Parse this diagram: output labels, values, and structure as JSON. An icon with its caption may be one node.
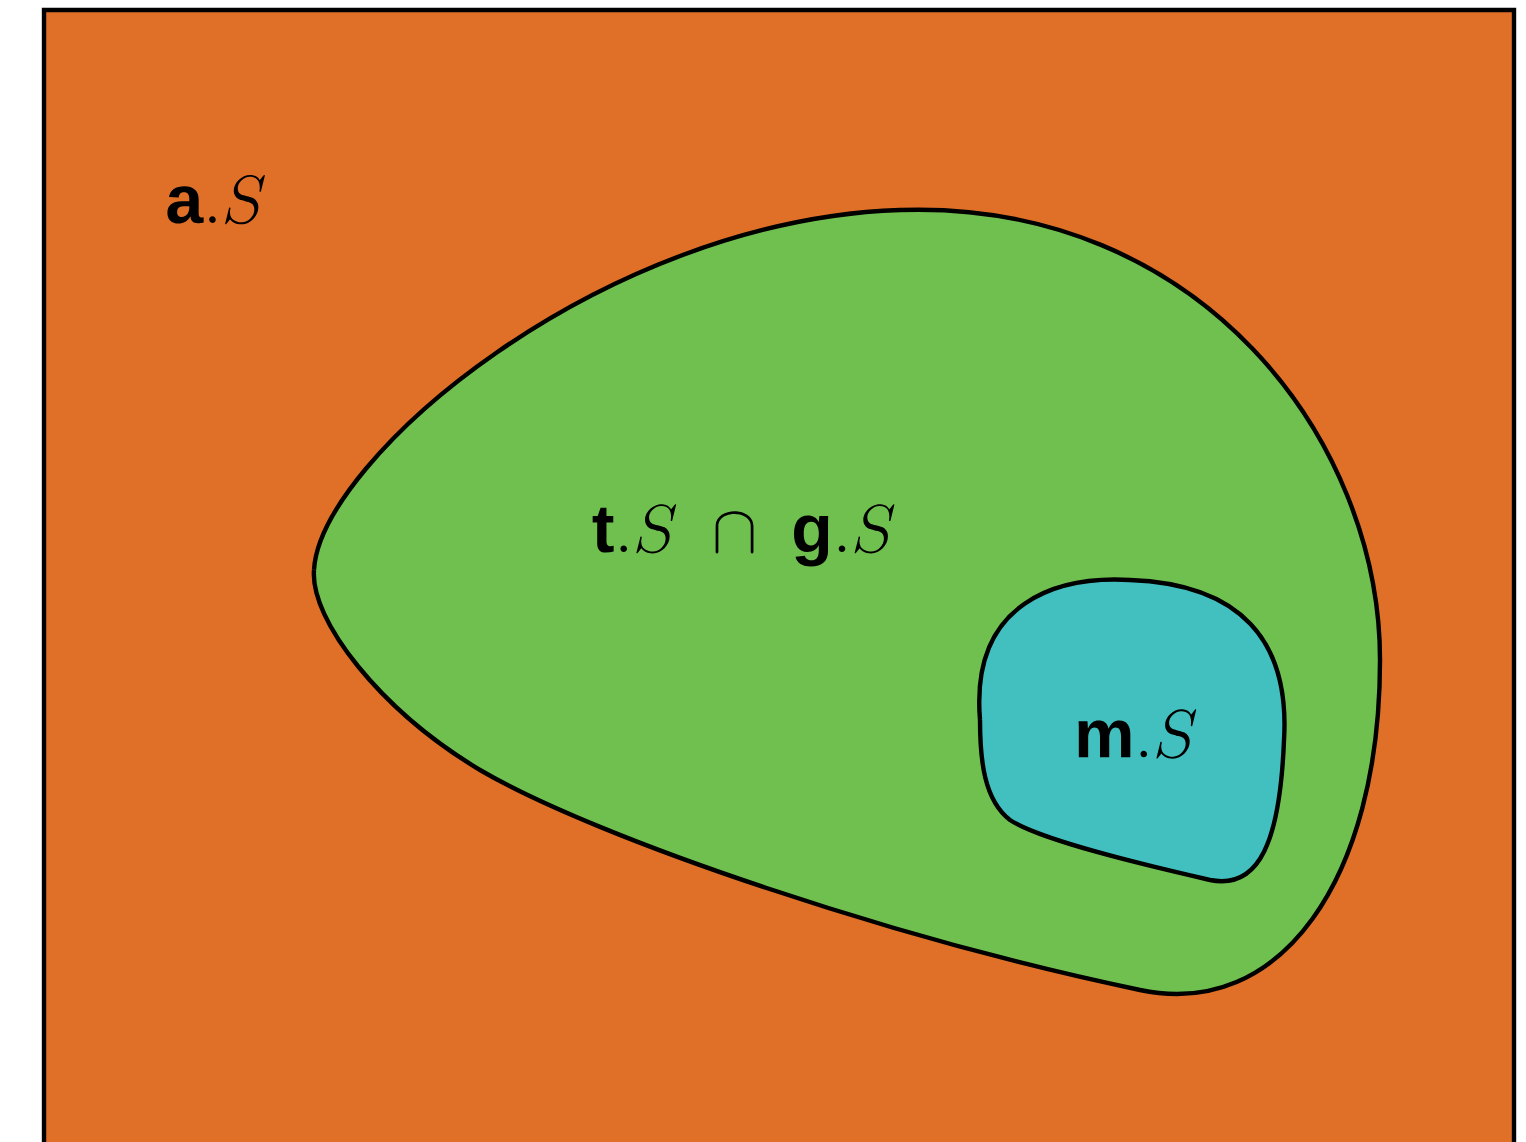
{
  "diagram": {
    "nodes": [
      {
        "text": [
          "\\mathbf{a}.S"
        ]
      },
      {
        "text": [
          "\\mathbf{t}.S \\;\\cap\\; \\mathbf{g}.S"
        ],
        "in": 0
      },
      {
        "text": [
          "\\mathbf{m}.S"
        ],
        "in": 1
      }
    ]
  }
}
